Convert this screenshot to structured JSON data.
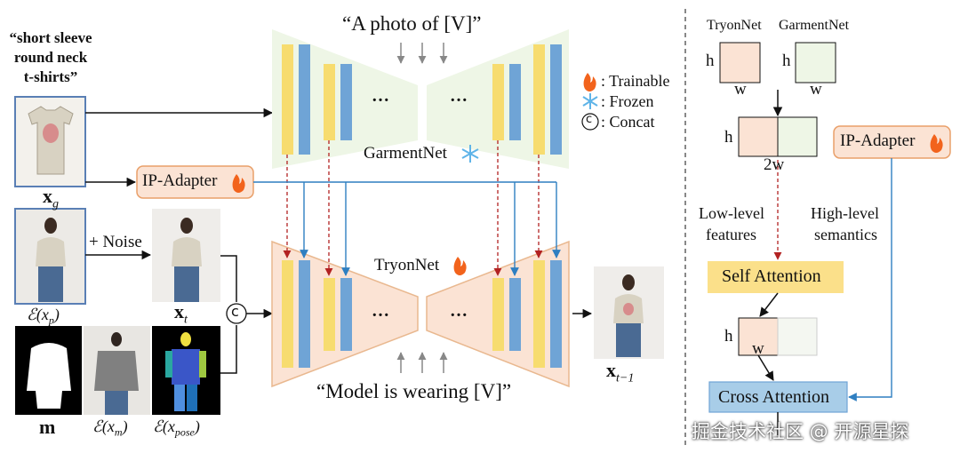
{
  "left": {
    "garment_caption": [
      "“short sleeve",
      "round neck",
      "t-shirts”"
    ],
    "xg_label": "x",
    "xg_sub": "g",
    "noise_label": "+ Noise",
    "xt_label": "x",
    "xt_sub": "t",
    "exp_label": "ℰ(x",
    "exp_sub": "p",
    "m_label": "m",
    "exm_label": "ℰ(x",
    "exm_sub": "m",
    "expose_label": "ℰ(x",
    "expose_sub": "pose",
    "concat_symbol": "c",
    "ip_adapter": "IP-Adapter"
  },
  "center": {
    "top_prompt": "“A photo of [V]”",
    "bottom_prompt": "“Model is wearing [V]”",
    "garmentnet_label": "GarmentNet",
    "tryonnet_label": "TryonNet",
    "ellipsis": "…",
    "output_label": "x",
    "output_sub": "t−1"
  },
  "legend": {
    "trainable": ": Trainable",
    "frozen": ": Frozen",
    "concat": ": Concat",
    "concat_symbol": "c"
  },
  "right": {
    "tryonnet": "TryonNet",
    "garmentnet": "GarmentNet",
    "h": "h",
    "w": "w",
    "two_w": "2w",
    "low_level": [
      "Low-level",
      "features"
    ],
    "high_level": [
      "High-level",
      "semantics"
    ],
    "ip_adapter": "IP-Adapter",
    "self_attention": "Self Attention",
    "cross_attention": "Cross Attention"
  },
  "watermark": "掘金技术社区 @ 开源星探",
  "colors": {
    "garment_bg": "#eef6e6",
    "tryon_bg": "#fbe3d4",
    "tryon_border": "#e9b88f",
    "yellow_bar": "#f7dc6f",
    "blue_bar": "#6fa4d6",
    "blue_arrow": "#2f7fc1",
    "red_arrow": "#b22222",
    "self_attn": "#fbe08a",
    "cross_attn": "#a8cde8"
  }
}
